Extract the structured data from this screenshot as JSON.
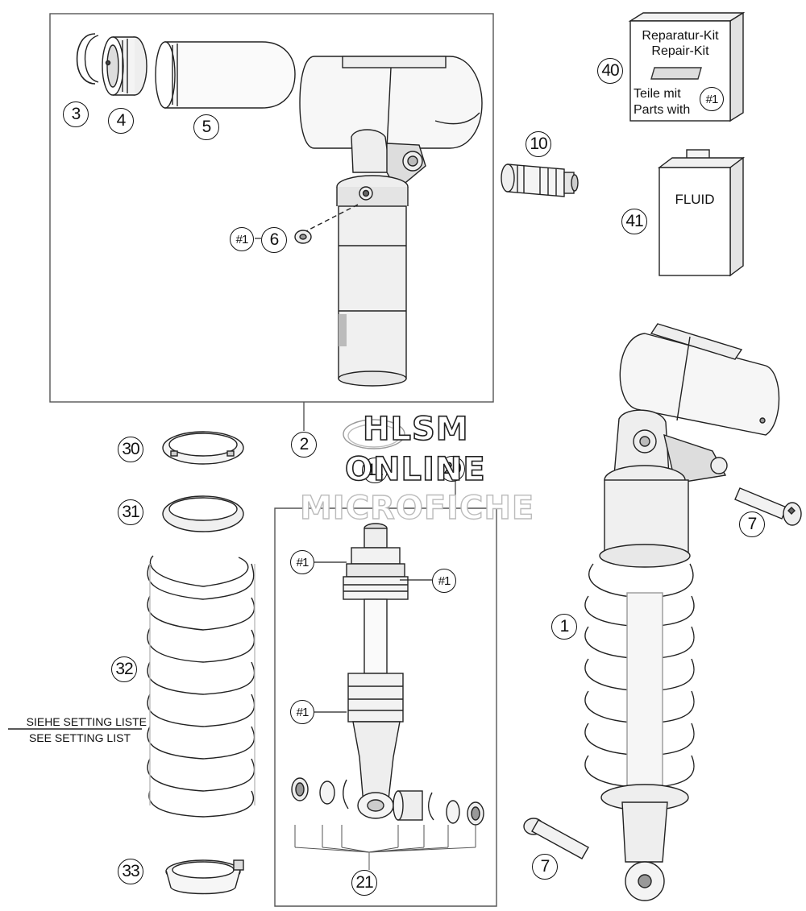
{
  "callouts": {
    "c1": "1",
    "c2": "2",
    "c3": "3",
    "c4": "4",
    "c5": "5",
    "c6": "6",
    "c7a": "7",
    "c7b": "7",
    "c10": "10",
    "c11": "11",
    "c20": "20",
    "c21": "21",
    "c30": "30",
    "c31": "31",
    "c32": "32",
    "c33": "33",
    "c40": "40",
    "c41": "41",
    "h1a": "#1",
    "h1b": "#1",
    "h1c": "#1",
    "h1d": "#1"
  },
  "repair_kit": {
    "line1": "Reparatur-Kit",
    "line2": "Repair-Kit",
    "line3": "Teile mit",
    "line4": "Parts with",
    "ref": "#1"
  },
  "fluid": {
    "label": "FLUID"
  },
  "setting_note": {
    "line1": "SIEHE SETTING LISTE",
    "line2": "SEE SETTING LIST"
  },
  "watermark": {
    "line1": "HLSM",
    "line2": "ONLINE",
    "line3": "MICROFICHE"
  }
}
